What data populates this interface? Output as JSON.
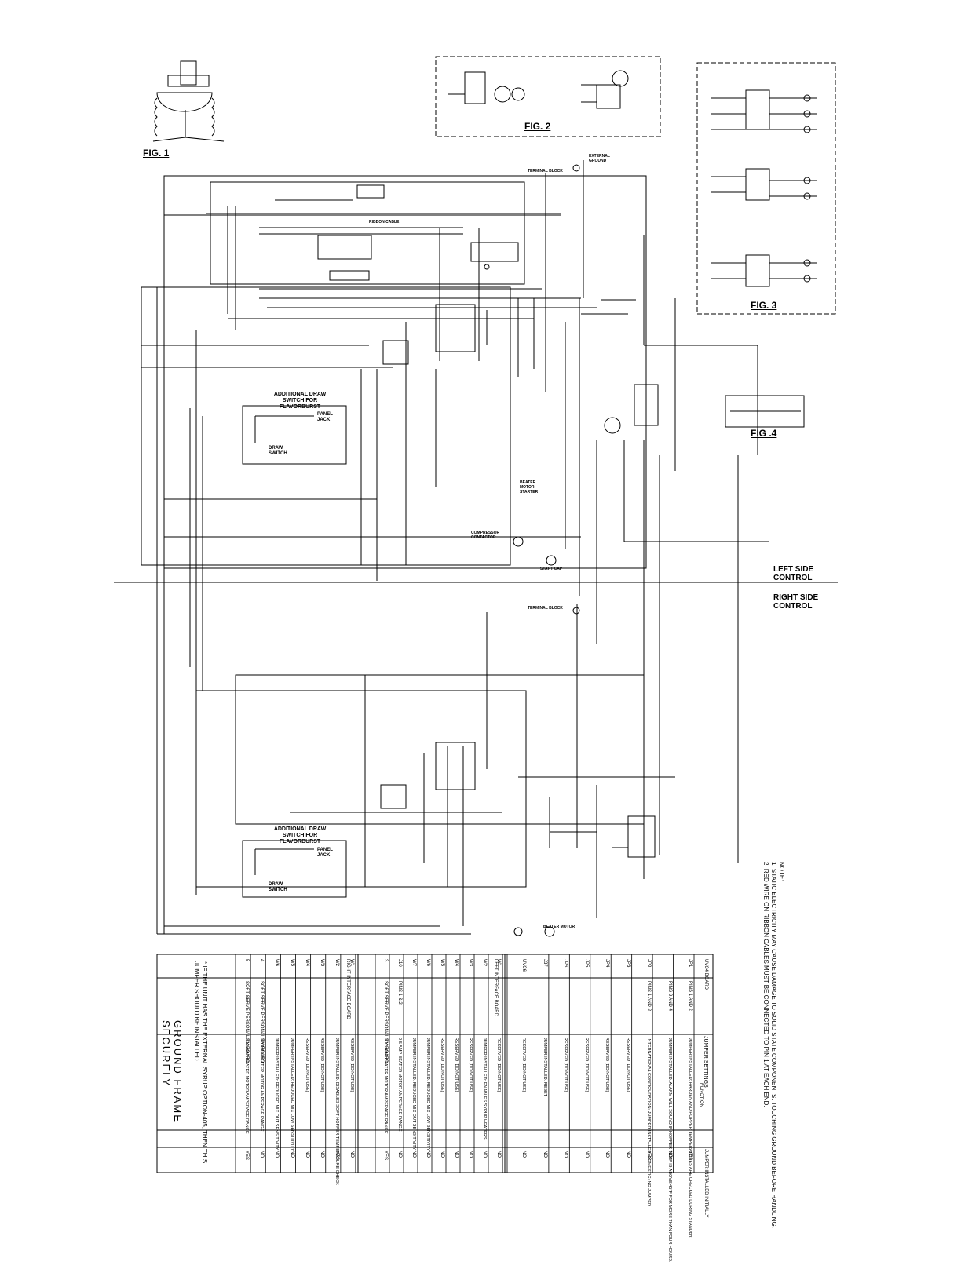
{
  "figures": {
    "fig1": "FIG. 1",
    "fig2": "FIG. 2",
    "fig3": "FIG. 3",
    "fig4": "FIG .4"
  },
  "sections": {
    "left": "LEFT SIDE CONTROL",
    "right": "RIGHT SIDE CONTROL"
  },
  "draw_switch_title": "ADDITIONAL DRAW SWITCH FOR FLAVORBURST",
  "components": {
    "panel_jack": "PANEL JACK",
    "draw_switch": "DRAW SWITCH",
    "terminal_block": "TERMINAL BLOCK",
    "external_ground": "EXTERNAL GROUND",
    "ribbon_cable": "RIBBON CABLE",
    "beater_motor_starter": "BEATER MOTOR STARTER",
    "compressor_contactor": "COMPRESSOR CONTACTOR",
    "start_cap": "START CAP",
    "beater_motor": "BEATER MOTOR"
  },
  "notes": {
    "heading": "NOTE:",
    "items": [
      "1. STATIC ELECTRICITY MAY CAUSE DAMAGE TO SOLID STATE COMPONENTS. TOUCHING GROUND BEFORE HANDLING.",
      "2. RED WIRE ON RIBBON CABLES MUST BE CONNECTED TO PIN 1 AT EACH END."
    ]
  },
  "ground_text": "GROUND FRAME SECURELY",
  "footnote": "* IF THE UNIT HAS THE EXTERNAL SYRUP OPTION-405, THEN THIS JUMPER SHOULD BE INSTALLED.",
  "jumper_table": {
    "title": "JUMPER SETTINGS",
    "col_headers": [
      "UVC4 BOARD",
      "FUNCTION",
      "JUMPER INSTALLED INITIALLY"
    ],
    "uvc4_rows": [
      [
        "JP1",
        "PINS 1 AND 2",
        "JUMPER INSTALLED: HARDEN AND HOPPER TEMPERATURES ARE CHECKED DURING STANDBY.",
        "YES"
      ],
      [
        "",
        "PINS 3 AND 4",
        "JUMPER INSTALLED: ALARM WILL SOUND IF HOPPER TEMP IS ABOVE 45°F FOR MORE THAN FOUR HOURS.",
        "NO"
      ],
      [
        "JP2",
        "PINS 1 AND 2",
        "INTERNATIONAL CONFIGURATION: JUMPER INSTALLED; DOMESTIC: NO JUMPER",
        "YES"
      ],
      [
        "JP3",
        "",
        "RESERVED (DO NOT USE)",
        "NO"
      ],
      [
        "JP4",
        "",
        "RESERVED (DO NOT USE)",
        "NO"
      ],
      [
        "JP5",
        "",
        "RESERVED (DO NOT USE)",
        "NO"
      ],
      [
        "JP6",
        "",
        "RESERVED (DO NOT USE)",
        "NO"
      ],
      [
        "J37",
        "",
        "JUMPER INSTALLED: RESET",
        "NO"
      ],
      [
        "UVC6",
        "",
        "RESERVED (DO NOT USE)",
        "NO"
      ]
    ],
    "left_title": "LEFT INTERFACE BOARD",
    "left_rows": [
      [
        "W1",
        "",
        "RESERVED (DO NOT USE)",
        "NO"
      ],
      [
        "W2",
        "",
        "JUMPER INSTALLED: ENABLES SYRUP HEATERS",
        "NO"
      ],
      [
        "W3",
        "",
        "RESERVED (DO NOT USE)",
        "NO"
      ],
      [
        "W4",
        "",
        "RESERVED (DO NOT USE)",
        "NO"
      ],
      [
        "W5",
        "",
        "RESERVED (DO NOT USE)",
        "NO"
      ],
      [
        "W6",
        "",
        "JUMPER INSTALLED: REDUCED MIX LOW SENSITIVITY",
        "NO"
      ],
      [
        "W7",
        "",
        "JUMPER INSTALLED: REDUCED MIX OUT SENSITIVITY",
        "NO"
      ],
      [
        "J10",
        "PINS 1 & 2",
        "0-5 AMP BEATER MOTOR AMPERAGE RANGE",
        "NO"
      ],
      [
        "3",
        "SOFT SERVE PERSONALITY BOARD",
        "0-12 AMP BEATER MOTOR AMPERAGE RANGE",
        "YES"
      ]
    ],
    "right_title": "RIGHT INTERFACE BOARD",
    "right_rows": [
      [
        "W1",
        "",
        "RESERVED (DO NOT USE)",
        "NO"
      ],
      [
        "W2",
        "",
        "JUMPER INSTALLED: DISABLES SOFT HOPPER TEMPERATURE CHECK",
        "YES"
      ],
      [
        "W3",
        "",
        "RESERVED (DO NOT USE)",
        "NO"
      ],
      [
        "W4",
        "",
        "RESERVED (DO NOT USE)",
        "NO"
      ],
      [
        "W5",
        "",
        "JUMPER INSTALLED: REDUCED MIX LOW SENSITIVITY",
        "NO"
      ],
      [
        "W6",
        "",
        "JUMPER INSTALLED: REDUCED MIX OUT SENSITIVITY",
        "NO"
      ],
      [
        "4",
        "SOFT SERVE PERSONALITY BOARD",
        "0-8 AMP BEATER MOTOR AMPERAGE RANGE",
        "NO"
      ],
      [
        "5",
        "SOFT SERVE PERSONALITY BOARD",
        "0-12 AMP BEATER MOTOR AMPERAGE RANGE",
        "YES"
      ]
    ]
  }
}
